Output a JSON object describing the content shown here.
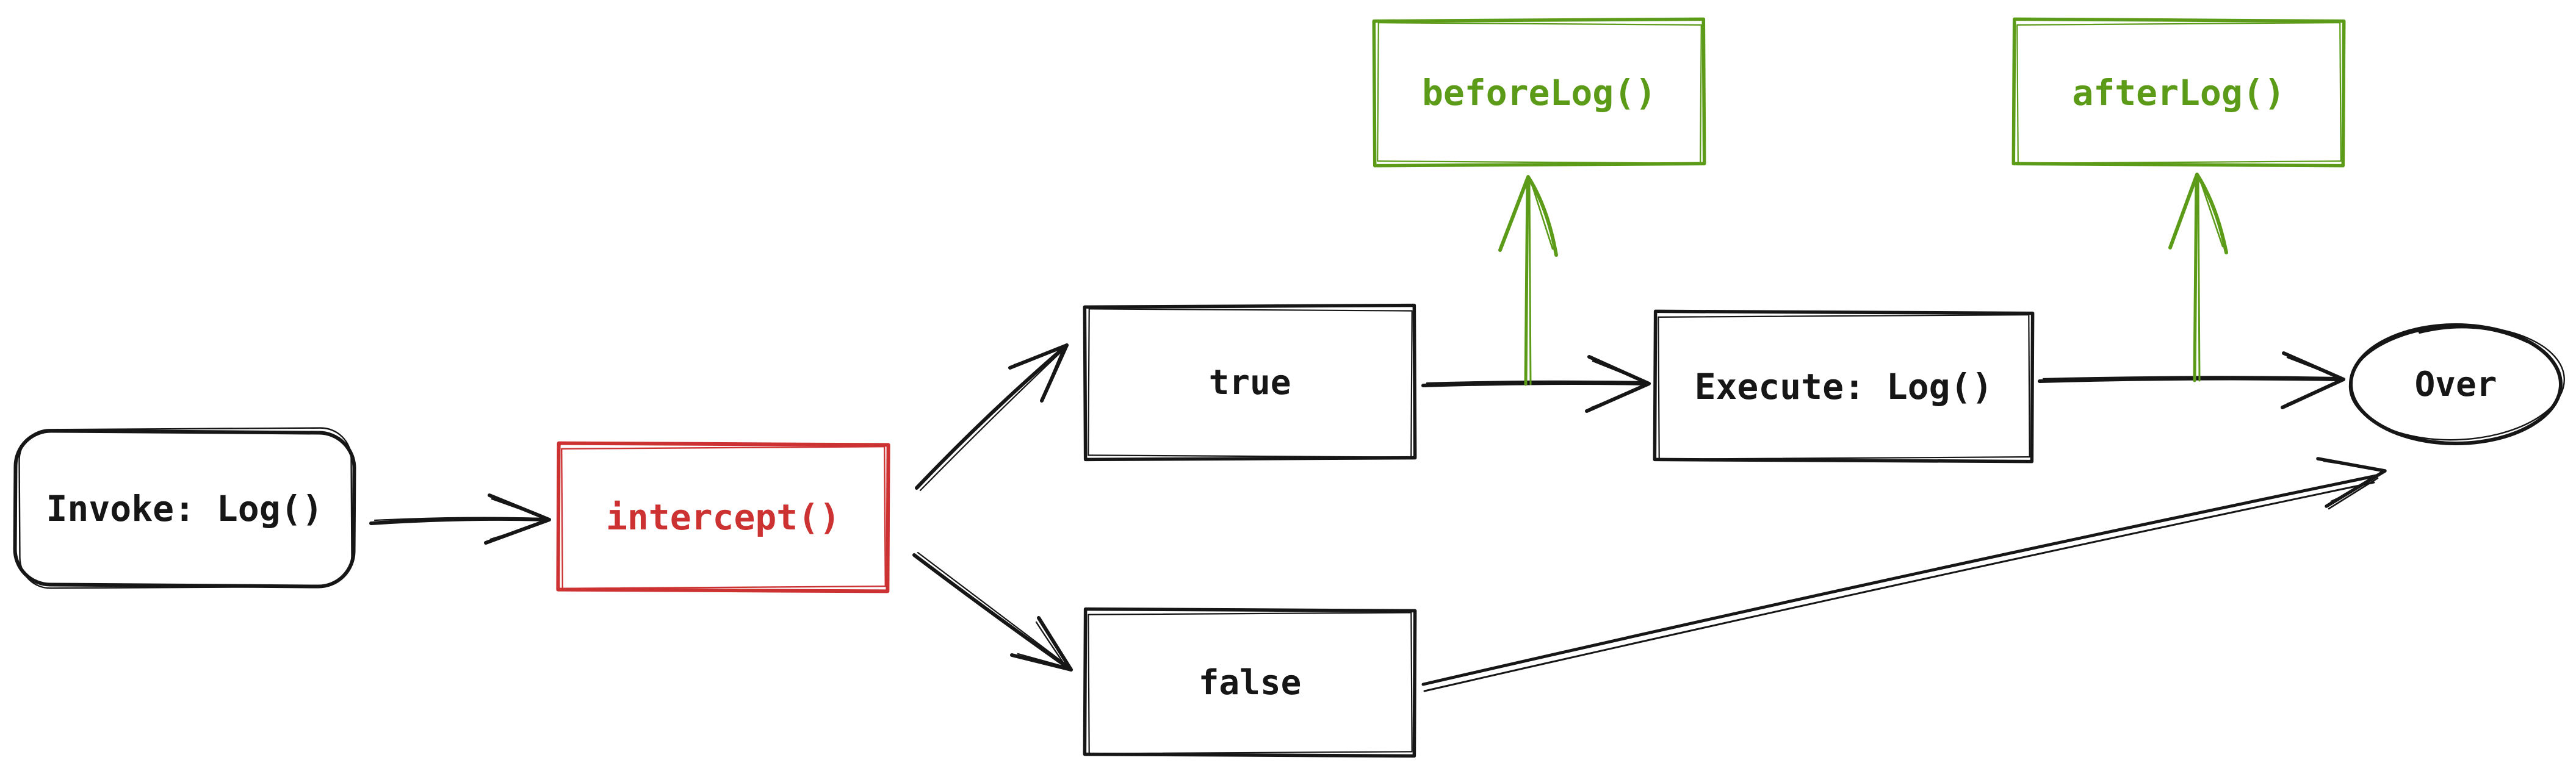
{
  "diagram": {
    "canvas": {
      "background": "#ffffff"
    },
    "colors": {
      "node_default": "#161616",
      "intercept_red": "#cd3232",
      "hook_green": "#5b9b18"
    },
    "nodes": [
      {
        "id": "invoke",
        "label": "Invoke: Log()",
        "shape": "rounded-rectangle",
        "color": "#161616"
      },
      {
        "id": "intercept",
        "label": "intercept()",
        "shape": "rectangle",
        "color": "#cd3232"
      },
      {
        "id": "true",
        "label": "true",
        "shape": "rectangle",
        "color": "#161616"
      },
      {
        "id": "false",
        "label": "false",
        "shape": "rectangle",
        "color": "#161616"
      },
      {
        "id": "beforeLog",
        "label": "beforeLog()",
        "shape": "rectangle",
        "color": "#5b9b18"
      },
      {
        "id": "execute",
        "label": "Execute: Log()",
        "shape": "rectangle",
        "color": "#161616"
      },
      {
        "id": "afterLog",
        "label": "afterLog()",
        "shape": "rectangle",
        "color": "#5b9b18"
      },
      {
        "id": "over",
        "label": "Over",
        "shape": "ellipse",
        "color": "#161616"
      }
    ],
    "edges": [
      {
        "from": "invoke",
        "to": "intercept",
        "color": "#161616",
        "style": "arrow"
      },
      {
        "from": "intercept",
        "to": "true",
        "color": "#161616",
        "style": "arrow"
      },
      {
        "from": "intercept",
        "to": "false",
        "color": "#161616",
        "style": "arrow"
      },
      {
        "from": "true",
        "to": "execute",
        "color": "#161616",
        "style": "arrow"
      },
      {
        "from": "execute",
        "to": "over",
        "color": "#161616",
        "style": "arrow"
      },
      {
        "from": "false",
        "to": "over",
        "color": "#161616",
        "style": "double-line-arrow"
      },
      {
        "from": "edge-true-execute",
        "to": "beforeLog",
        "color": "#5b9b18",
        "style": "arrow"
      },
      {
        "from": "edge-execute-over",
        "to": "afterLog",
        "color": "#5b9b18",
        "style": "arrow"
      }
    ]
  }
}
